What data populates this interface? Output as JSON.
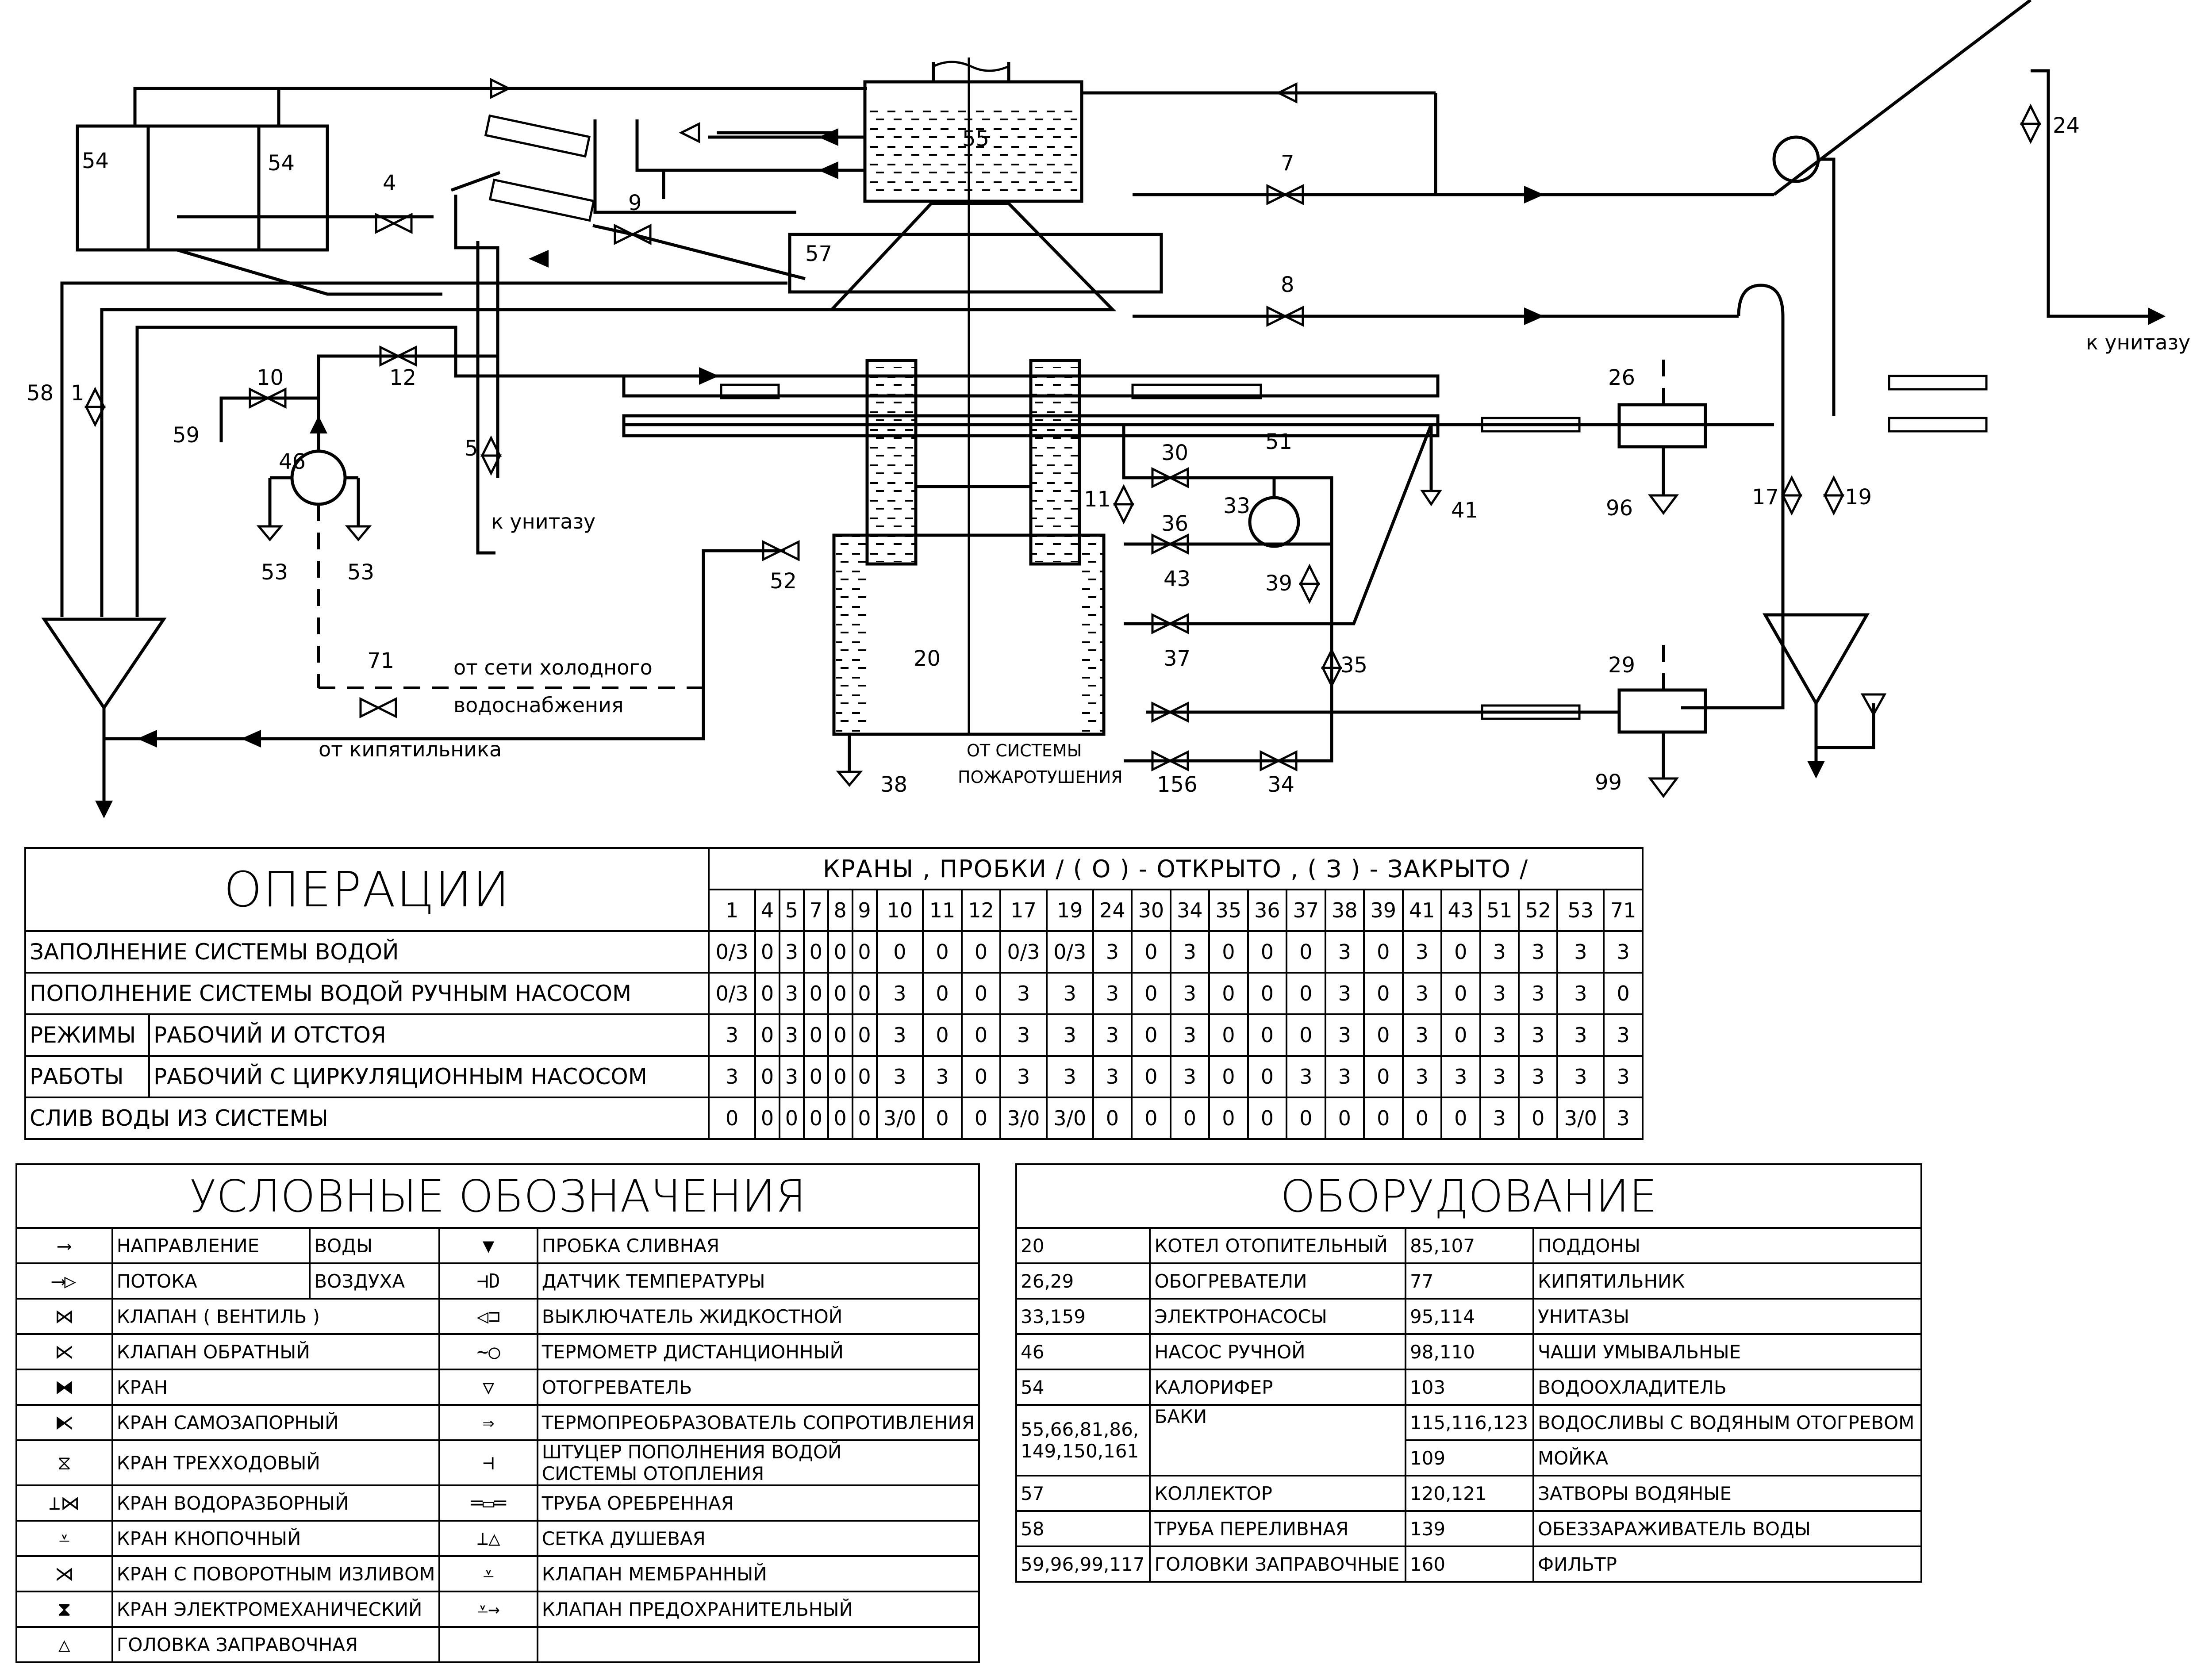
{
  "diagram": {
    "labels": {
      "n1": "1",
      "n4": "4",
      "n5": "5",
      "n7": "7",
      "n8": "8",
      "n9": "9",
      "n10": "10",
      "n11": "11",
      "n12": "12",
      "n17": "17",
      "n19": "19",
      "n20": "20",
      "n24": "24",
      "n26": "26",
      "n29": "29",
      "n30": "30",
      "n33": "33",
      "n34": "34",
      "n35": "35",
      "n36": "36",
      "n37": "37",
      "n38": "38",
      "n39": "39",
      "n41": "41",
      "n43": "43",
      "n46": "46",
      "n51": "51",
      "n52": "52",
      "n53a": "53",
      "n53b": "53",
      "n54a": "54",
      "n54b": "54",
      "n55": "55",
      "n57": "57",
      "n58": "58",
      "n59": "59",
      "n71": "71",
      "n96": "96",
      "n99": "99",
      "n156": "156"
    },
    "texts": {
      "to_toilet_1": "к унитазу",
      "to_toilet_2": "к унитазу",
      "cold_water_1": "от сети холодного",
      "cold_water_2": "водоснабжения",
      "from_boiler": "от кипятильника",
      "fire_1": "ОТ СИСТЕМЫ",
      "fire_2": "ПОЖАРОТУШЕНИЯ"
    }
  },
  "operations": {
    "title": "ОПЕРАЦИИ",
    "header": "КРАНЫ , ПРОБКИ    / ( О ) - ОТКРЫТО , ( З ) - ЗАКРЫТО /",
    "columns": [
      "1",
      "4",
      "5",
      "7",
      "8",
      "9",
      "10",
      "11",
      "12",
      "17",
      "19",
      "24",
      "30",
      "34",
      "35",
      "36",
      "37",
      "38",
      "39",
      "41",
      "43",
      "51",
      "52",
      "53",
      "71"
    ],
    "modes_label_1": "РЕЖИМЫ",
    "modes_label_2": "РАБОТЫ",
    "rows": [
      {
        "name": "ЗАПОЛНЕНИЕ СИСТЕМЫ ВОДОЙ",
        "values": [
          "0/3",
          "0",
          "3",
          "0",
          "0",
          "0",
          "0",
          "0",
          "0",
          "0/3",
          "0/3",
          "3",
          "0",
          "3",
          "0",
          "0",
          "0",
          "3",
          "0",
          "3",
          "0",
          "3",
          "3",
          "3",
          "3"
        ]
      },
      {
        "name": "ПОПОЛНЕНИЕ СИСТЕМЫ ВОДОЙ РУЧНЫМ НАСОСОМ",
        "values": [
          "0/3",
          "0",
          "3",
          "0",
          "0",
          "0",
          "3",
          "0",
          "0",
          "3",
          "3",
          "3",
          "0",
          "3",
          "0",
          "0",
          "0",
          "3",
          "0",
          "3",
          "0",
          "3",
          "3",
          "3",
          "0"
        ]
      },
      {
        "name": "РАБОЧИЙ И ОТСТОЯ",
        "values": [
          "3",
          "0",
          "3",
          "0",
          "0",
          "0",
          "3",
          "0",
          "0",
          "3",
          "3",
          "3",
          "0",
          "3",
          "0",
          "0",
          "0",
          "3",
          "0",
          "3",
          "0",
          "3",
          "3",
          "3",
          "3"
        ]
      },
      {
        "name": "РАБОЧИЙ С ЦИРКУЛЯЦИОННЫМ НАСОСОМ",
        "values": [
          "3",
          "0",
          "3",
          "0",
          "0",
          "0",
          "3",
          "3",
          "0",
          "3",
          "3",
          "3",
          "0",
          "3",
          "0",
          "0",
          "3",
          "3",
          "0",
          "3",
          "3",
          "3",
          "3",
          "3",
          "3"
        ]
      },
      {
        "name": "СЛИВ ВОДЫ ИЗ СИСТЕМЫ",
        "values": [
          "0",
          "0",
          "0",
          "0",
          "0",
          "0",
          "3/0",
          "0",
          "0",
          "3/0",
          "3/0",
          "0",
          "0",
          "0",
          "0",
          "0",
          "0",
          "0",
          "0",
          "0",
          "0",
          "3",
          "0",
          "3/0",
          "3"
        ]
      }
    ]
  },
  "legend": {
    "title": "УСЛОВНЫЕ ОБОЗНАЧЕНИЯ",
    "flow_direction_1": "НАПРАВЛЕНИЕ",
    "flow_direction_2": "ПОТОКА",
    "water": "ВОДЫ",
    "air": "ВОЗДУХА",
    "left": [
      {
        "symbol": "⋈",
        "label": "КЛАПАН ( ВЕНТИЛЬ )"
      },
      {
        "symbol": "⋉",
        "label": "КЛАПАН ОБРАТНЫЙ"
      },
      {
        "symbol": "⧓",
        "label": "КРАН"
      },
      {
        "symbol": "⧔",
        "label": "КРАН САМОЗАПОРНЫЙ"
      },
      {
        "symbol": "⧖",
        "label": "КРАН ТРЕХХОДОВЫЙ"
      },
      {
        "symbol": "⊥⋈",
        "label": "КРАН ВОДОРАЗБОРНЫЙ"
      },
      {
        "symbol": "⩡",
        "label": "КРАН КНОПОЧНЫЙ"
      },
      {
        "symbol": "⋊",
        "label": "КРАН С ПОВОРОТНЫМ ИЗЛИВОМ"
      },
      {
        "symbol": "⧗",
        "label": "КРАН ЭЛЕКТРОМЕХАНИЧЕСКИЙ"
      },
      {
        "symbol": "△",
        "label": "ГОЛОВКА ЗАПРАВОЧНАЯ"
      }
    ],
    "right": [
      {
        "symbol": "▼",
        "label": "ПРОБКА СЛИВНАЯ"
      },
      {
        "symbol": "⊣D",
        "label": "ДАТЧИК ТЕМПЕРАТУРЫ"
      },
      {
        "symbol": "◁⊐",
        "label": "ВЫКЛЮЧАТЕЛЬ ЖИДКОСТНОЙ"
      },
      {
        "symbol": "~○",
        "label": "ТЕРМОМЕТР ДИСТАНЦИОННЫЙ"
      },
      {
        "symbol": "▽",
        "label": "ОТОГРЕВАТЕЛЬ"
      },
      {
        "symbol": "⇒",
        "label": "ТЕРМОПРЕОБРАЗОВАТЕЛЬ СОПРОТИВЛЕНИЯ"
      },
      {
        "symbol": "⊣",
        "label_1": "ШТУЦЕР ПОПОЛНЕНИЯ ВОДОЙ",
        "label_2": "СИСТЕМЫ ОТОПЛЕНИЯ"
      },
      {
        "symbol": "═▭═",
        "label": "ТРУБА ОРЕБРЕННАЯ"
      },
      {
        "symbol": "⊥△",
        "label": "СЕТКА ДУШЕВАЯ"
      },
      {
        "symbol": "⩡",
        "label": "КЛАПАН МЕМБРАННЫЙ"
      },
      {
        "symbol": "⩡→",
        "label": "КЛАПАН ПРЕДОХРАНИТЕЛЬНЫЙ"
      }
    ]
  },
  "equipment": {
    "title": "ОБОРУДОВАНИЕ",
    "rows": [
      {
        "c1": "20",
        "c2": "КОТЕЛ ОТОПИТЕЛЬНЫЙ",
        "c3": "85,107",
        "c4": "ПОДДОНЫ"
      },
      {
        "c1": "26,29",
        "c2": "ОБОГРЕВАТЕЛИ",
        "c3": "77",
        "c4": "КИПЯТИЛЬНИК"
      },
      {
        "c1": "33,159",
        "c2": "ЭЛЕКТРОНАСОСЫ",
        "c3": "95,114",
        "c4": "УНИТАЗЫ"
      },
      {
        "c1": "46",
        "c2": "НАСОС РУЧНОЙ",
        "c3": "98,110",
        "c4": "ЧАШИ УМЫВАЛЬНЫЕ"
      },
      {
        "c1": "54",
        "c2": "КАЛОРИФЕР",
        "c3": "103",
        "c4": "ВОДООХЛАДИТЕЛЬ"
      }
    ],
    "tanks_c1a": "55,66,81,86,",
    "tanks_c1b": "149,150,161",
    "tanks_c2": "БАКИ",
    "tanks_c3a": "115,116,123",
    "tanks_c4a": "ВОДОСЛИВЫ С ВОДЯНЫМ ОТОГРЕВОМ",
    "tanks_c3b": "109",
    "tanks_c4b": "МОЙКА",
    "rows2": [
      {
        "c1": "57",
        "c2": "КОЛЛЕКТОР",
        "c3": "120,121",
        "c4": "ЗАТВОРЫ ВОДЯНЫЕ"
      },
      {
        "c1": "58",
        "c2": "ТРУБА ПЕРЕЛИВНАЯ",
        "c3": "139",
        "c4": "ОБЕЗЗАРАЖИВАТЕЛЬ ВОДЫ"
      },
      {
        "c1": "59,96,99,117",
        "c2": "ГОЛОВКИ ЗАПРАВОЧНЫЕ",
        "c3": "160",
        "c4": "ФИЛЬТР"
      }
    ]
  }
}
